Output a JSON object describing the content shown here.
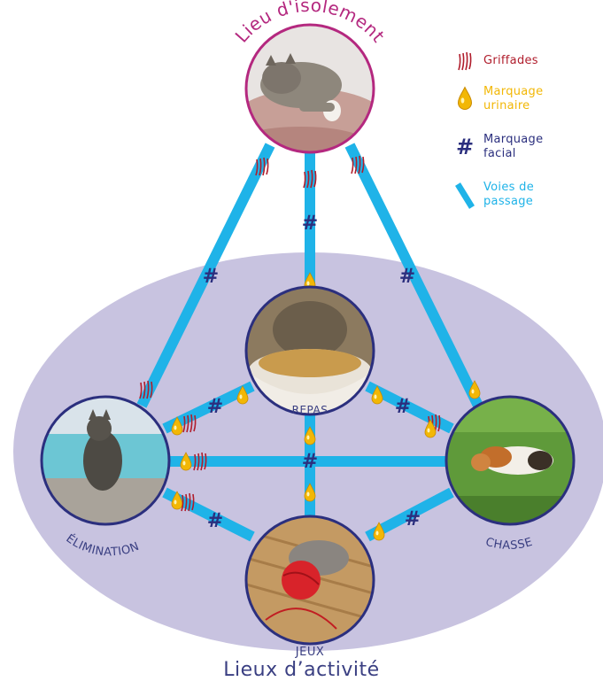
{
  "top_title": "Lieu d'isolement",
  "bottom_title": "Lieux d’activité",
  "nodes": {
    "repas": "REPAS",
    "elimination": "ÉLIMINATION",
    "chasse": "CHASSE",
    "jeux": "JEUX"
  },
  "legend": {
    "griffades": "Griffades",
    "marquage_urinaire_1": "Marquage",
    "marquage_urinaire_2": "urinaire",
    "marquage_facial_1": "Marquage",
    "marquage_facial_2": "facial",
    "voies_1": "Voies de",
    "voies_2": "passage",
    "hash_symbol": "#"
  },
  "colors": {
    "path": "#1fb3e8",
    "ellipse": "#c8c3e0",
    "griffades": "#b01d2c",
    "urine": "#f2b705",
    "facial": "#2b2f7e",
    "node_border": "#2b2f7e",
    "top_border": "#b4287f",
    "title_top": "#b4287f",
    "label": "#3a3f82"
  },
  "icons": [
    "claw-marks-icon",
    "urine-drop-icon",
    "hash-icon",
    "path-bar-icon"
  ]
}
